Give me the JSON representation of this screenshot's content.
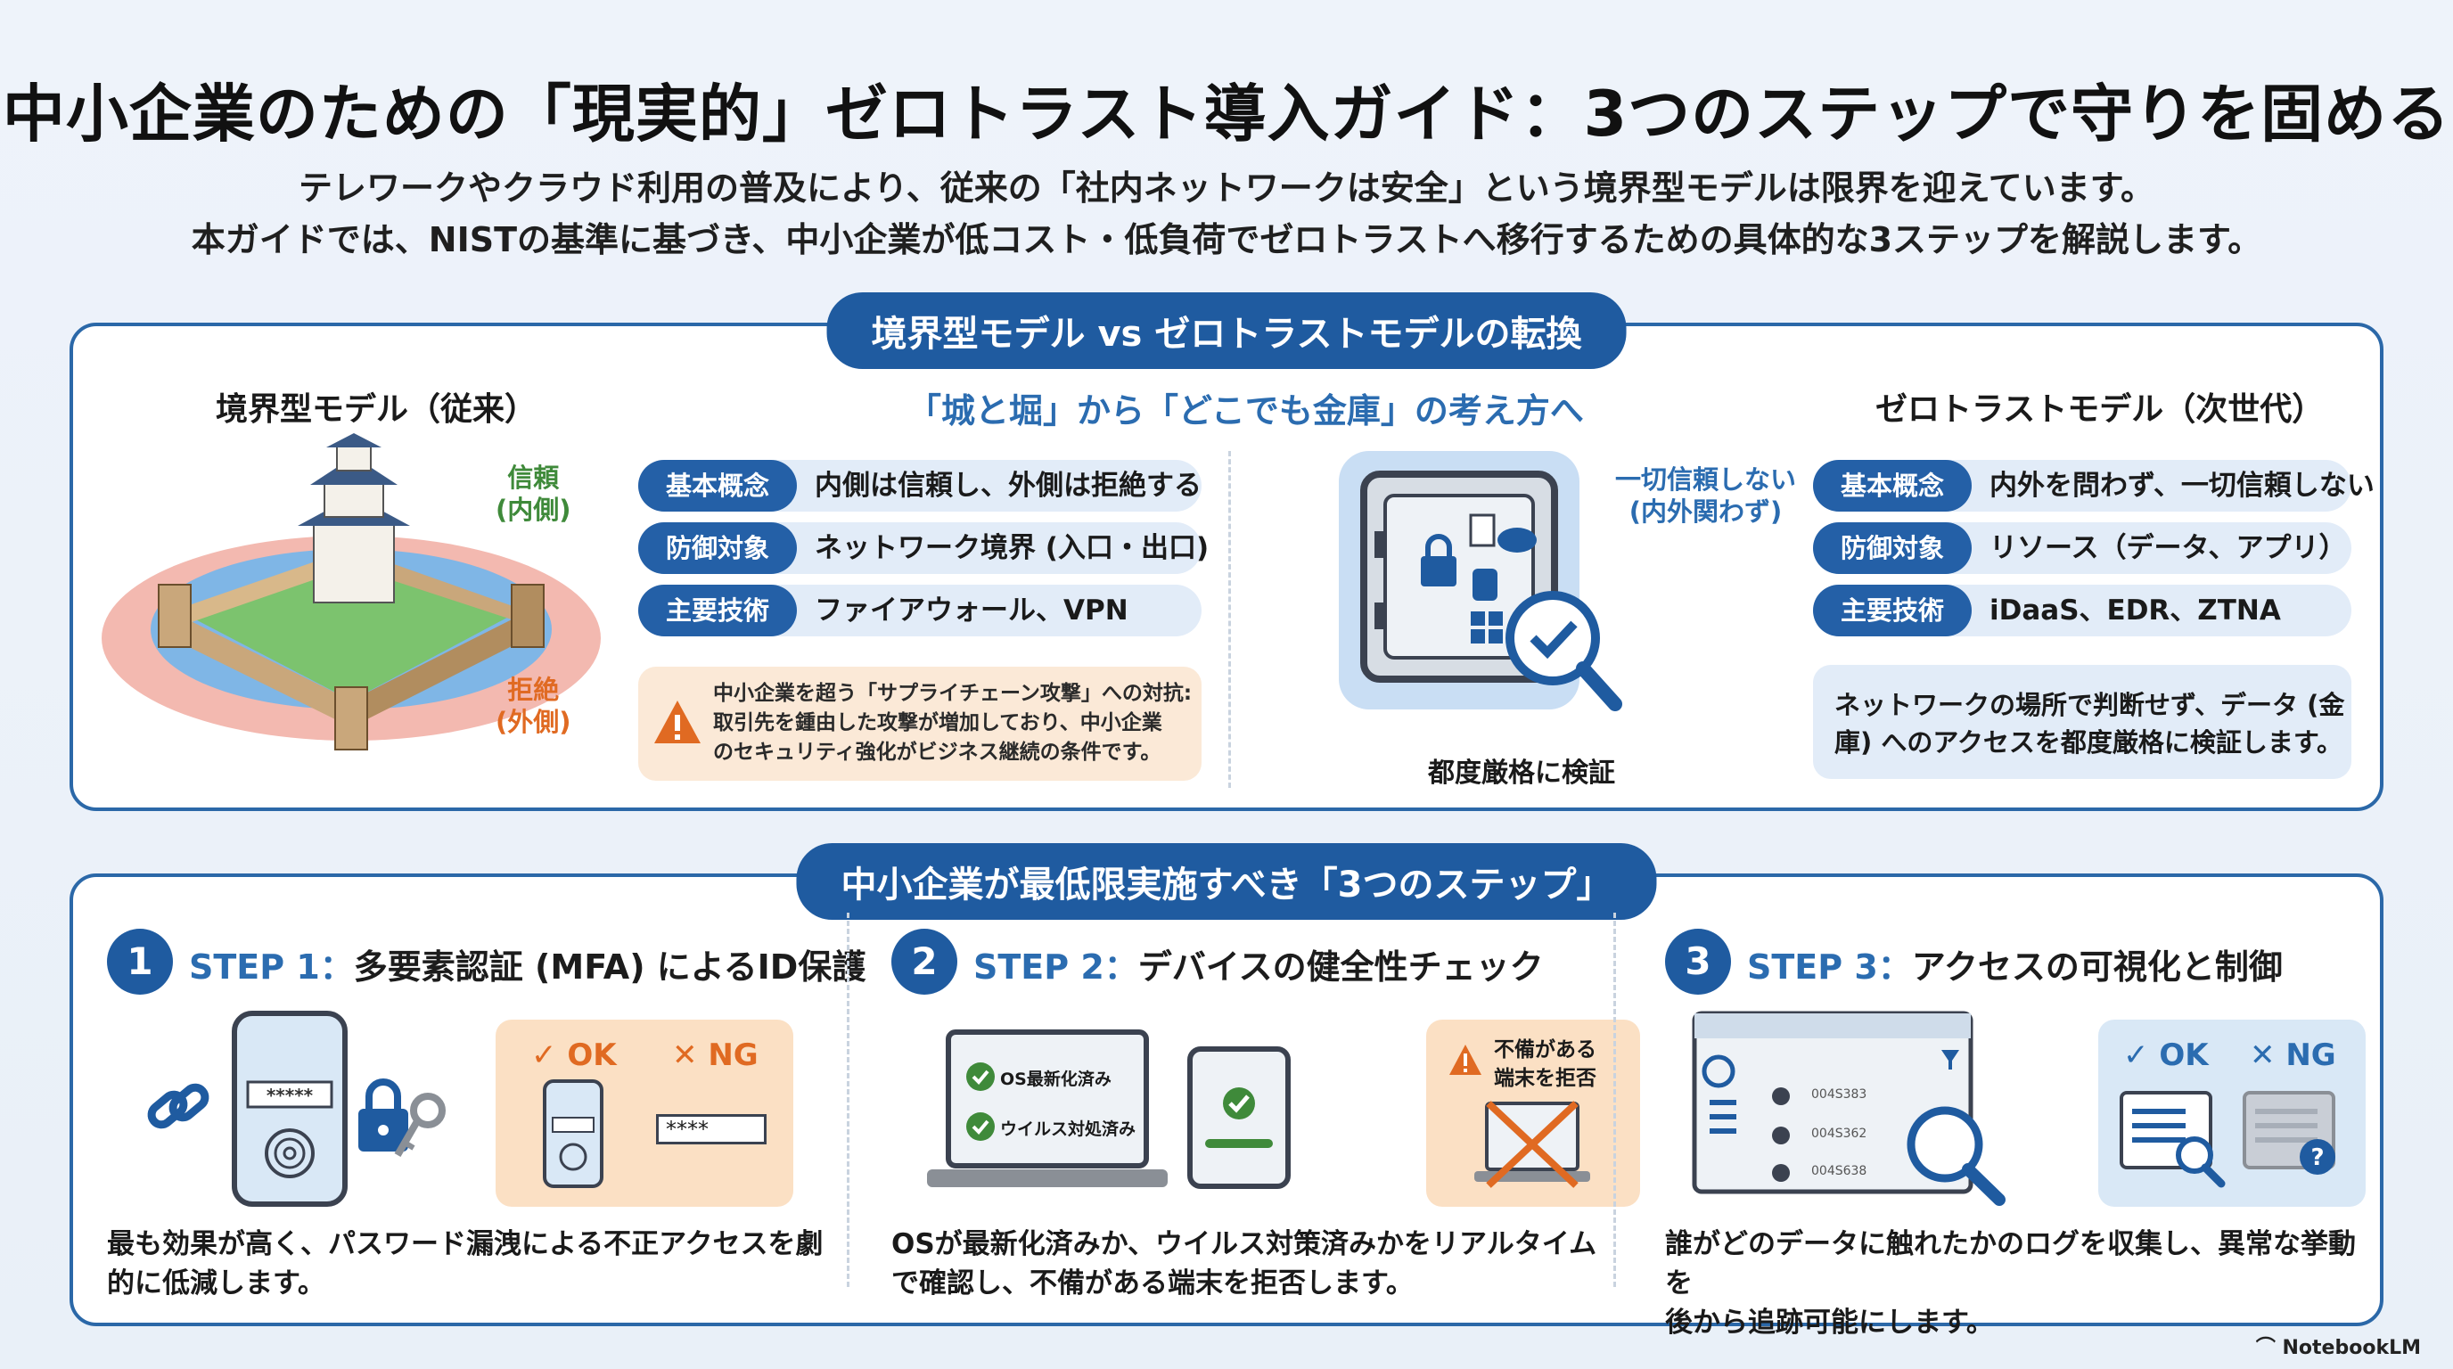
{
  "header": {
    "title": "中小企業のための「現実的」ゼロトラスト導入ガイド：3つのステップで守りを固める",
    "intro_line1": "テレワークやクラウド利用の普及により、従来の「社内ネットワークは安全」という境界型モデルは限界を迎えています。",
    "intro_line2": "本ガイドでは、NISTの基準に基づき、中小企業が低コスト・低負荷でゼロトラストへ移行するための具体的な3ステップを解説します。"
  },
  "comparison": {
    "title": "境界型モデル vs ゼロトラストモデルの転換",
    "center_heading": "「城と堀」から「どこでも金庫」の考え方へ",
    "perimeter": {
      "heading": "境界型モデル（従来）",
      "trust_label_1": "信頼",
      "trust_label_2": "(内側)",
      "reject_label_1": "拒絶",
      "reject_label_2": "(外側)",
      "rows": [
        {
          "tag": "基本概念",
          "value": "内側は信頼し、外側は拒絶する"
        },
        {
          "tag": "防御対象",
          "value": "ネットワーク境界 (入口・出口)"
        },
        {
          "tag": "主要技術",
          "value": "ファイアウォール、VPN"
        }
      ],
      "alert_line1": "中小企業を超う「サプライチェーン攻撃」への対抗:",
      "alert_line2": "取引先を鍾由した攻撃が増加しており、中小企業",
      "alert_line3": "のセキュリティ強化がビジネス継続の条件です。"
    },
    "zerotrust": {
      "heading": "ゼロトラストモデル（次世代）",
      "safe_note_1": "一切信頼しない",
      "safe_note_2": "(内外関わず)",
      "verify_label": "都度厳格に検証",
      "rows": [
        {
          "tag": "基本概念",
          "value": "内外を問わず、一切信頼しない"
        },
        {
          "tag": "防御対象",
          "value": "リソース（データ、アプリ）"
        },
        {
          "tag": "主要技術",
          "value": "iDaaS、EDR、ZTNA"
        }
      ],
      "info_line1": "ネットワークの場所で判断せず、データ (金",
      "info_line2": "庫) へのアクセスを都度厳格に検証します。"
    }
  },
  "steps": {
    "title": "中小企業が最低限実施すべき「3つのステップ」",
    "items": [
      {
        "num": "1",
        "label": "STEP 1：",
        "title": "多要素認証 (MFA) によるID保護",
        "ok": "✓ OK",
        "ng": "✕ NG",
        "pin_display": "*****",
        "password_display": "****",
        "desc_line1": "最も効果が高く、パスワード漏洩による不正アクセスを劇",
        "desc_line2": "的に低減します。"
      },
      {
        "num": "2",
        "label": "STEP 2：",
        "title": "デバイスの健全性チェック",
        "check1": "OS最新化済み",
        "check2": "ウイルス対処済み",
        "reject_line1": "不備がある",
        "reject_line2": "端末を拒否",
        "desc_line1": "OSが最新化済みか、ウイルス対策済みかをリアルタイム",
        "desc_line2": "で確認し、不備がある端末を拒否します。"
      },
      {
        "num": "3",
        "label": "STEP 3：",
        "title": "アクセスの可視化と制御",
        "ok": "✓ OK",
        "ng": "✕ NG",
        "log1": "004S383",
        "log2": "004S362",
        "log3": "004S638",
        "desc_line1": "誰がどのデータに触れたかのログを収集し、異常な挙動を",
        "desc_line2": "後から追跡可能にします。"
      }
    ]
  },
  "footer": {
    "brand": "NotebookLM"
  },
  "colors": {
    "primary": "#1f5ba0",
    "accent_blue": "#2b6cb0",
    "light_blue": "#e2ecf8",
    "alert_bg": "#fbe9d7",
    "ok_green": "#3f8a3a",
    "ng_orange": "#e06a22"
  }
}
